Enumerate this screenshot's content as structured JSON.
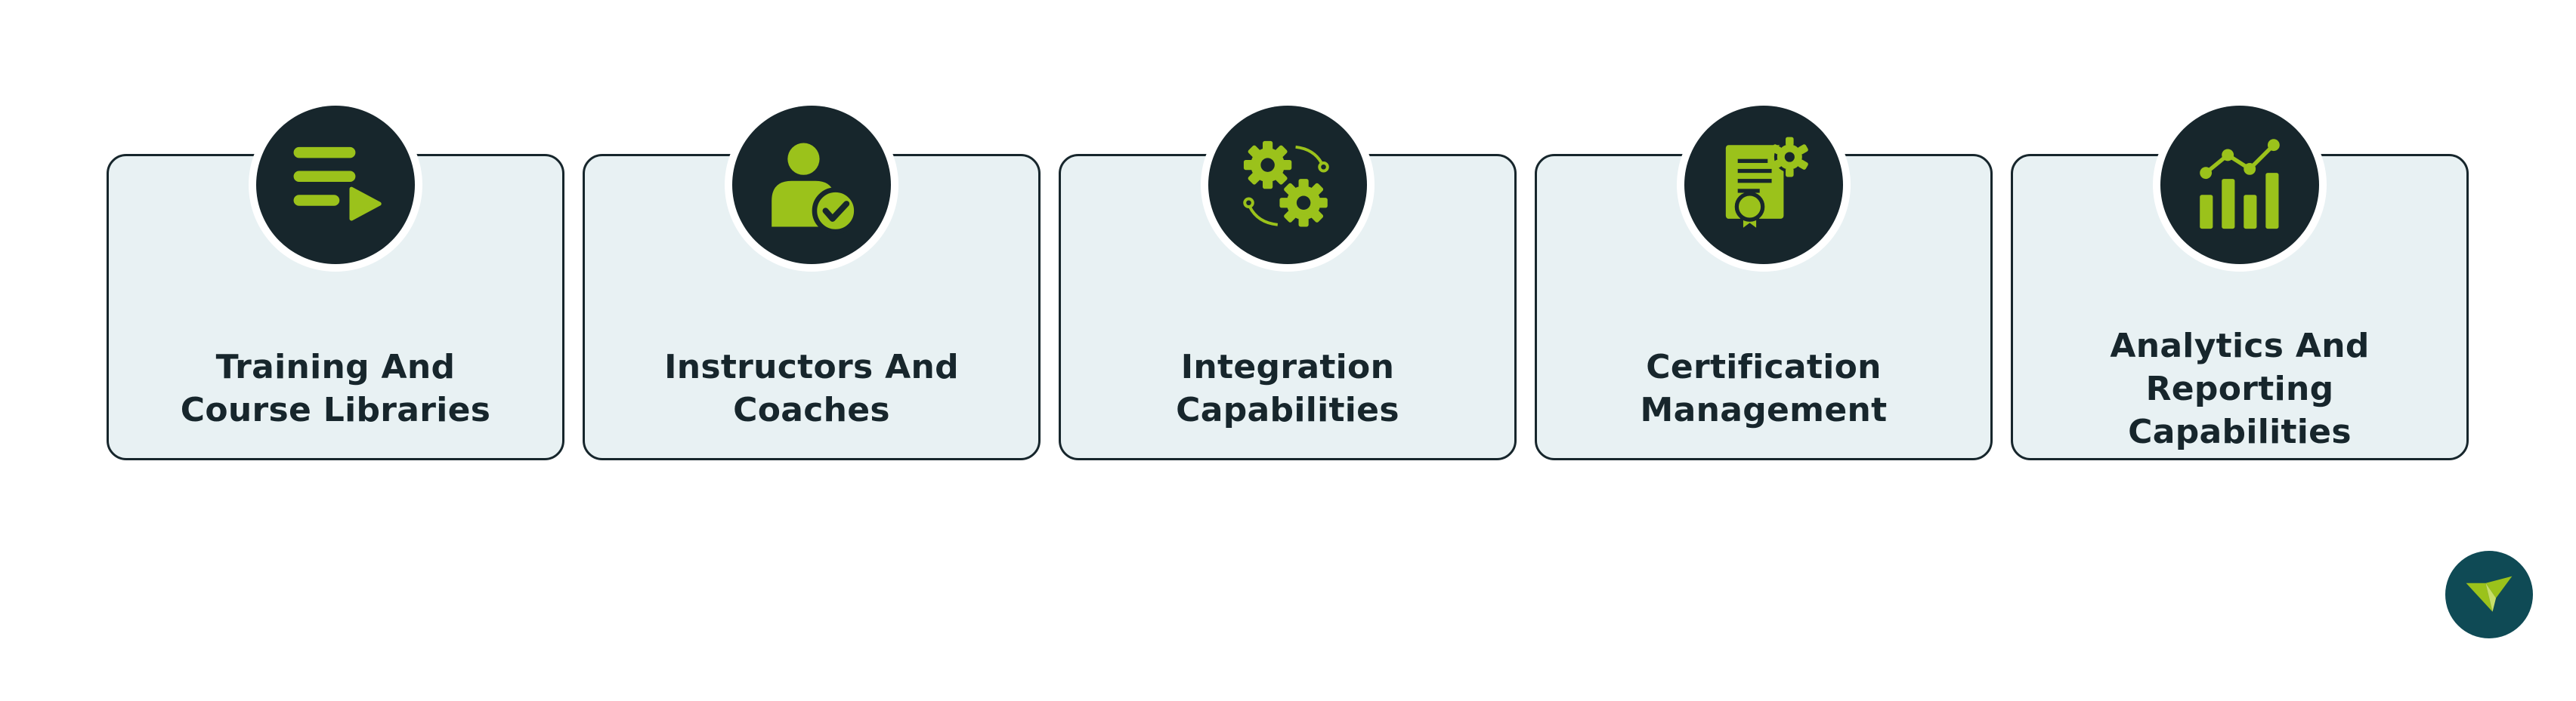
{
  "colors": {
    "accent": "#9bc21b",
    "dark": "#17262c",
    "card_bg": "#e8f1f3",
    "brand": "#0f4a55"
  },
  "cards": [
    {
      "title": "Training And\nCourse Libraries",
      "icon": "playlist-icon"
    },
    {
      "title": "Instructors And\nCoaches",
      "icon": "instructor-check-icon"
    },
    {
      "title": "Integration\nCapabilities",
      "icon": "gears-icon"
    },
    {
      "title": "Certification\nManagement",
      "icon": "certificate-icon"
    },
    {
      "title": "Analytics And\nReporting\nCapabilities",
      "icon": "analytics-chart-icon"
    }
  ],
  "brand": {
    "icon": "brand-logo-icon"
  }
}
